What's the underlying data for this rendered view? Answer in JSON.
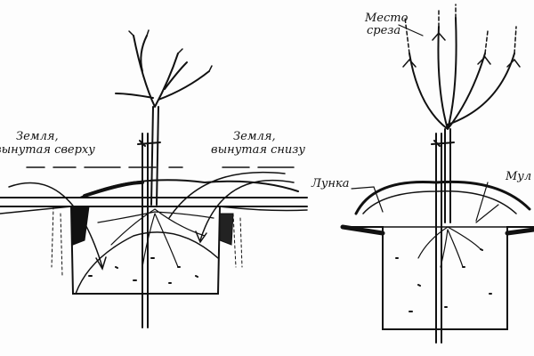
{
  "left_figure": {
    "label_topsoil_line1": "Земля,",
    "label_topsoil_line2": "вынутая сверху",
    "label_subsoil_line1": "Земля,",
    "label_subsoil_line2": "вынутая снизу"
  },
  "right_figure": {
    "label_cut_line1": "Место",
    "label_cut_line2": "среза",
    "label_hole": "Лунка",
    "label_mulch": "Мул"
  },
  "colors": {
    "ink": "#111111",
    "paper": "#fdfdfd"
  }
}
